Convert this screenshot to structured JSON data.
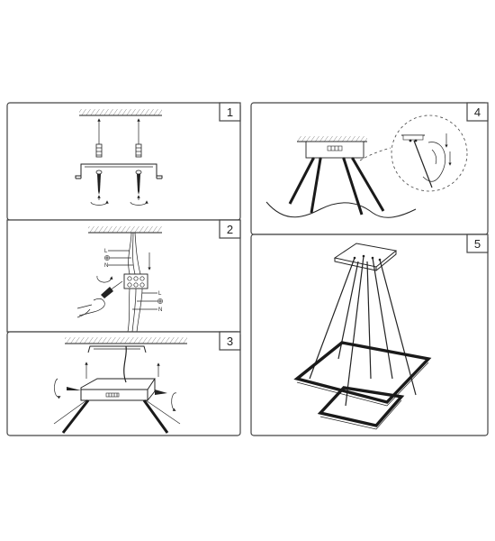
{
  "panels": [
    {
      "step": "1"
    },
    {
      "step": "2",
      "wire_labels_top": [
        "L",
        "N"
      ],
      "wire_labels_bottom": [
        "L",
        "N"
      ]
    },
    {
      "step": "3"
    },
    {
      "step": "4"
    },
    {
      "step": "5"
    }
  ]
}
